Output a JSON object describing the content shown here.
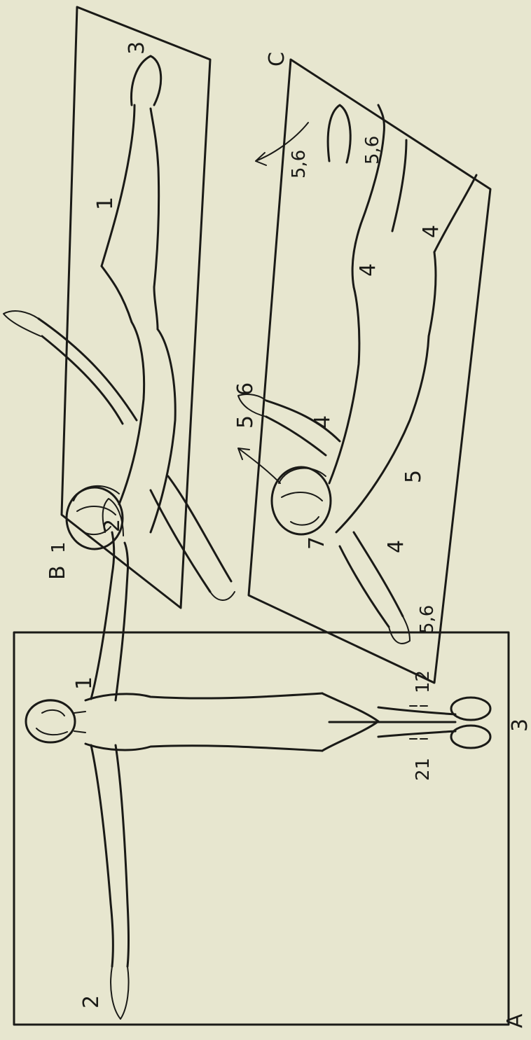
{
  "panels": {
    "a": {
      "letter": "A",
      "labels": {
        "head": "1",
        "hand_left": "2",
        "hand_right": "2",
        "feet": "3",
        "hip_left": "21",
        "hip_right": "12"
      }
    },
    "b": {
      "letter": "B",
      "letter_index": "1",
      "labels": {
        "leg": "1",
        "feet": "3"
      }
    },
    "c": {
      "letter": "C",
      "labels": {
        "feet_upper": "5,6",
        "feet_lower": "5,6",
        "leg_upper": "4",
        "leg_lower": "4",
        "hand_upper_5": "5",
        "hand_upper_6": "6",
        "arm_upper": "4",
        "hip": "5",
        "head": "7",
        "arm_lower": "4",
        "hand_lower": "5,6"
      }
    }
  },
  "colors": {
    "paper": "#e7e6cf",
    "ink": "#1a1a17"
  }
}
